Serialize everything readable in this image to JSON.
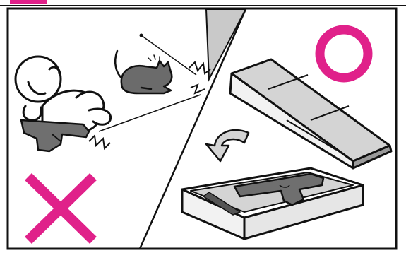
{
  "panels": {
    "left": {
      "verdict": "incorrect",
      "mark": "cross-mark",
      "mark_color": "#e0218a"
    },
    "right": {
      "verdict": "correct",
      "mark": "circle-mark",
      "mark_color": "#e0218a"
    }
  },
  "colors": {
    "ink": "#111111",
    "accent": "#e0218a",
    "box_top": "#d4d4d4",
    "box_side": "#f2f2f2",
    "box_shadow": "#9a9a9a",
    "gun": "#6f6f6f",
    "cat": "#6b6b6b",
    "wall": "#c9c9c9"
  },
  "icons": [
    "child-figure-icon",
    "cat-icon",
    "pistol-icon",
    "storage-box-icon",
    "rotate-arrow-icon"
  ]
}
